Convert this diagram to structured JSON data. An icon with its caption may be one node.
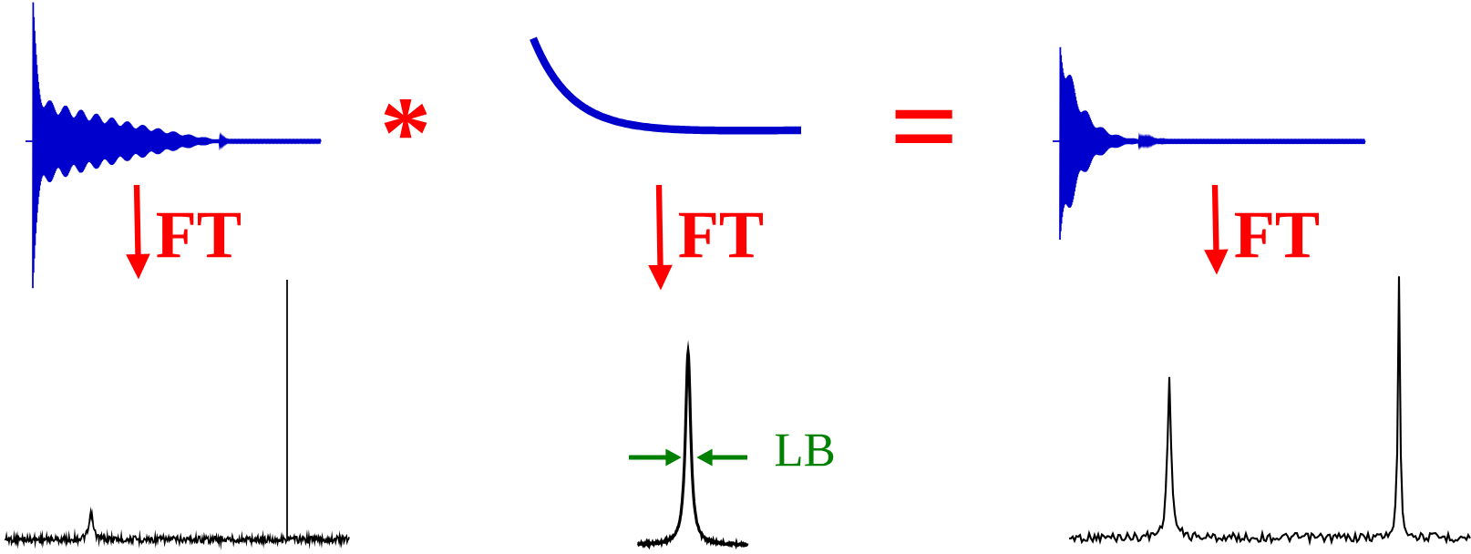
{
  "diagram": {
    "nodes": [
      {
        "text": [],
        "shape": "picture"
      },
      {
        "text": [],
        "shape": "picture"
      },
      {
        "text": [],
        "shape": "picture"
      },
      {
        "text": [],
        "shape": "picture"
      },
      {
        "text": [],
        "shape": "picture",
        "beside": [
          "LB"
        ]
      },
      {
        "text": [],
        "shape": "picture"
      }
    ],
    "edges": [
      {
        "from": 0,
        "to": 3,
        "arrow": "to",
        "label": "FT"
      },
      {
        "from": 1,
        "to": 4,
        "arrow": "to",
        "label": "FT"
      },
      {
        "from": 2,
        "to": 5,
        "arrow": "to",
        "label": "FT"
      }
    ],
    "labels": [
      "*",
      "="
    ]
  }
}
